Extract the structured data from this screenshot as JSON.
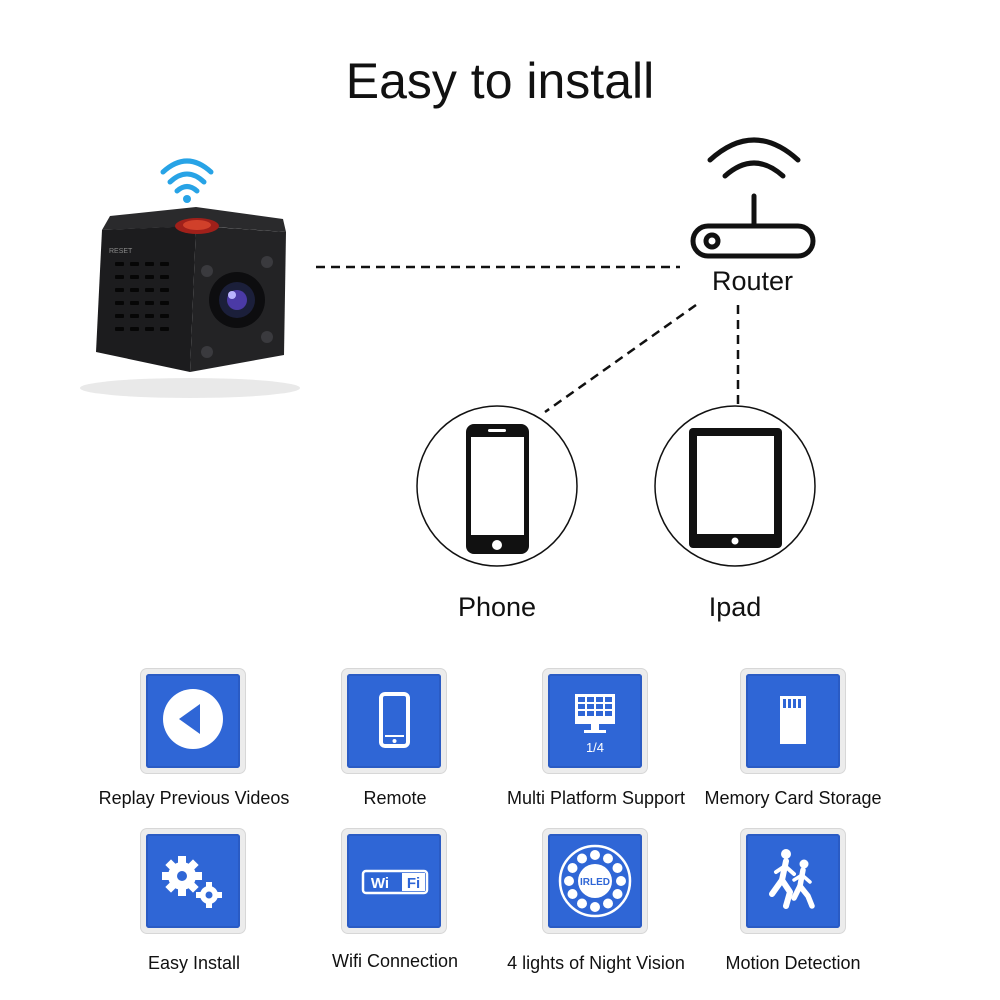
{
  "title": "Easy to install",
  "diagram": {
    "router_label": "Router",
    "phone_label": "Phone",
    "ipad_label": "Ipad",
    "camera_reset_text": "RESET"
  },
  "features": [
    {
      "label": "Replay Previous Videos",
      "icon": "play-back-icon"
    },
    {
      "label": "Remote",
      "icon": "phone-icon"
    },
    {
      "label": "Multi Platform Support",
      "icon": "monitor-grid-icon",
      "icon_text": "1/4"
    },
    {
      "label": "Memory Card Storage",
      "icon": "sd-card-icon"
    },
    {
      "label": "Easy Install",
      "icon": "gears-icon"
    },
    {
      "label": "Wifi Connection",
      "icon": "wifi-badge-icon",
      "icon_text_left": "Wi",
      "icon_text_right": "Fi"
    },
    {
      "label": "4 lights of Night Vision",
      "icon": "ir-led-icon",
      "icon_text": "IRLED"
    },
    {
      "label": "Motion Detection",
      "icon": "running-people-icon"
    }
  ],
  "colors": {
    "tile_blue": "#2f66d6",
    "wifi_blue": "#27a3e6",
    "camera_body": "#1d1d1f"
  }
}
